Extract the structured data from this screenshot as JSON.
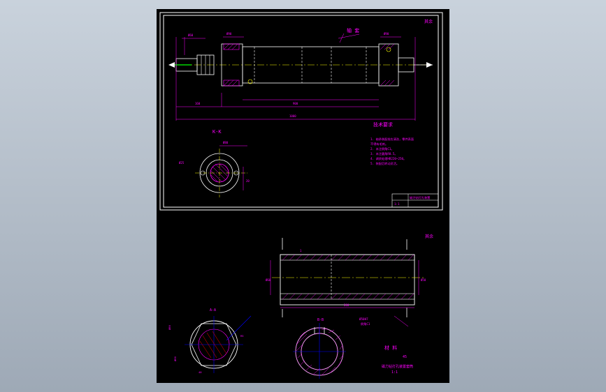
{
  "upper_drawing": {
    "roughness_note": "其余",
    "section_mark": "K-K",
    "callout": "轴 套",
    "tech_req_title": "技术要求",
    "tech_req_lines": [
      "1. 轴承装配前应清洗，零件表面",
      "   不得有毛刺。",
      "2. 未注倒角C1。",
      "3. 未注圆角R0.5。",
      "4. 调质处理HB220~250。",
      "5. 装配后转动灵活。"
    ],
    "title_block": {
      "name": "磁力钻打孔装置",
      "scale": "1:1"
    }
  },
  "lower_drawing": {
    "roughness_note": "其余",
    "section_a": "A-A",
    "section_b": "B-B",
    "tolerance_note": "Ø50H7",
    "chamfer_note": "倒角C1",
    "material_label": "材 料",
    "material_value": "45",
    "title_line": "磁力钻打孔装置套筒",
    "scale": "1:1"
  },
  "colors": {
    "sheet": "#000000",
    "frame": "#ffffff",
    "outline": "#ffffff",
    "dimension": "#ff00ff",
    "centerline": "#ffff00",
    "hatch": "#ff00ff",
    "text": "#ff00ff",
    "accent_blue": "#0000ff",
    "accent_green": "#00ff00",
    "accent_red": "#ff0000"
  }
}
